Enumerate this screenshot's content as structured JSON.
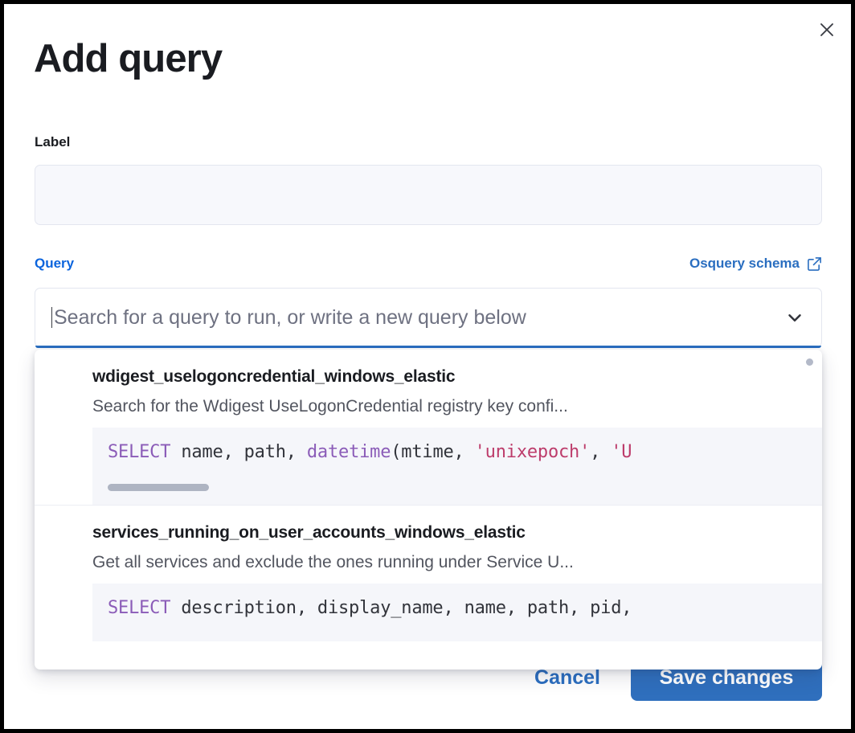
{
  "modal": {
    "title": "Add query",
    "close_icon": "close-icon"
  },
  "label_field": {
    "label": "Label",
    "value": "",
    "placeholder": ""
  },
  "query_field": {
    "label": "Query",
    "schema_link_text": "Osquery schema",
    "schema_link_icon": "external-link-icon",
    "combobox_placeholder": "Search for a query to run, or write a new query below",
    "combobox_value": "",
    "chevron_icon": "chevron-down-icon"
  },
  "dropdown": {
    "scroll_indicator": "scroll-dot",
    "options": [
      {
        "title": "wdigest_uselogoncredential_windows_elastic",
        "description": "Search for the Wdigest UseLogonCredential registry key confi...",
        "code_tokens": [
          {
            "t": "SELECT",
            "k": "kw"
          },
          {
            "t": " name",
            "k": "pun"
          },
          {
            "t": ", ",
            "k": "pun"
          },
          {
            "t": "path",
            "k": "pun"
          },
          {
            "t": ", ",
            "k": "pun"
          },
          {
            "t": "datetime",
            "k": "fn"
          },
          {
            "t": "(mtime",
            "k": "pun"
          },
          {
            "t": ", ",
            "k": "pun"
          },
          {
            "t": "'unixepoch'",
            "k": "str"
          },
          {
            "t": ", ",
            "k": "pun"
          },
          {
            "t": "'U",
            "k": "str"
          }
        ],
        "has_hscroll": true
      },
      {
        "title": "services_running_on_user_accounts_windows_elastic",
        "description": "Get all services and exclude the ones running under Service U...",
        "code_tokens": [
          {
            "t": "SELECT",
            "k": "kw"
          },
          {
            "t": " description",
            "k": "pun"
          },
          {
            "t": ", ",
            "k": "pun"
          },
          {
            "t": "display_name",
            "k": "pun"
          },
          {
            "t": ", ",
            "k": "pun"
          },
          {
            "t": "name",
            "k": "pun"
          },
          {
            "t": ", ",
            "k": "pun"
          },
          {
            "t": "path",
            "k": "pun"
          },
          {
            "t": ", ",
            "k": "pun"
          },
          {
            "t": "pid",
            "k": "pun"
          },
          {
            "t": ",",
            "k": "pun"
          }
        ],
        "has_hscroll": false
      }
    ]
  },
  "footer": {
    "cancel_label": "Cancel",
    "save_label": "Save changes"
  },
  "colors": {
    "accent_blue": "#2a6ec0",
    "link_blue": "#0b64dd",
    "save_button": "#2f6fbd",
    "sql_keyword": "#8b5cb8",
    "sql_string": "#bd3c6b",
    "code_bg": "#f5f6fa",
    "input_bg": "#f7f8fc"
  }
}
